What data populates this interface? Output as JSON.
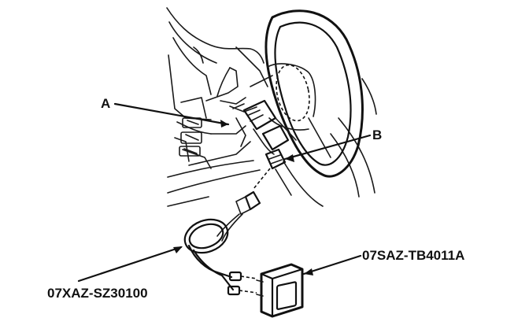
{
  "labels": {
    "a": "A",
    "b": "B",
    "cable_part": "07XAZ-SZ30100",
    "module_part": "07SAZ-TB4011A"
  },
  "colors": {
    "ink": "#111111",
    "background": "#ffffff"
  }
}
